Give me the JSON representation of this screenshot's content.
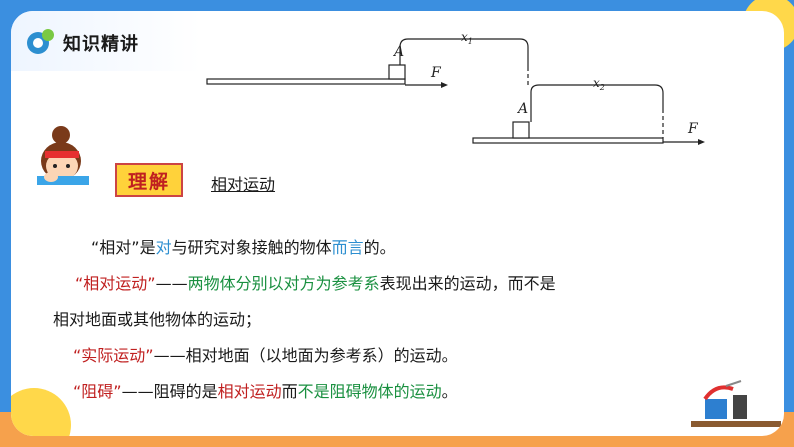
{
  "header": {
    "title": "知识精讲",
    "logo_icon": "logo-icon"
  },
  "diagram": {
    "label_a1": "A",
    "label_f1": "F",
    "label_x1": "x",
    "label_x1_sub": "1",
    "label_a2": "A",
    "label_f2": "F",
    "label_x2": "x",
    "label_x2_sub": "2"
  },
  "badge": {
    "label": "理解"
  },
  "subtitle": "相对运动",
  "lines": {
    "l1": [
      "“相对”",
      "是",
      "对",
      "与研究对象接触的物体",
      "而言",
      "的。"
    ],
    "l2": [
      "“相对运动”",
      "——",
      "两物体分别以对方为参考系",
      "表现出来的运动，而不是"
    ],
    "l3": [
      "相对地面或其他物体的运动；"
    ],
    "l4": [
      "“实际运动”",
      "——相对地面（以地面为参考系）的运动。"
    ],
    "l5": [
      "“阻碍”",
      "——阻碍的是",
      "相对运动",
      "而",
      "不是阻碍物体的运动",
      "。"
    ]
  },
  "colors": {
    "accent_red": "#c02020",
    "accent_green": "#1a9040",
    "accent_blue": "#2d8fd0",
    "frame_blue": "#3b8fe0",
    "badge_yellow": "#ffd23a"
  }
}
